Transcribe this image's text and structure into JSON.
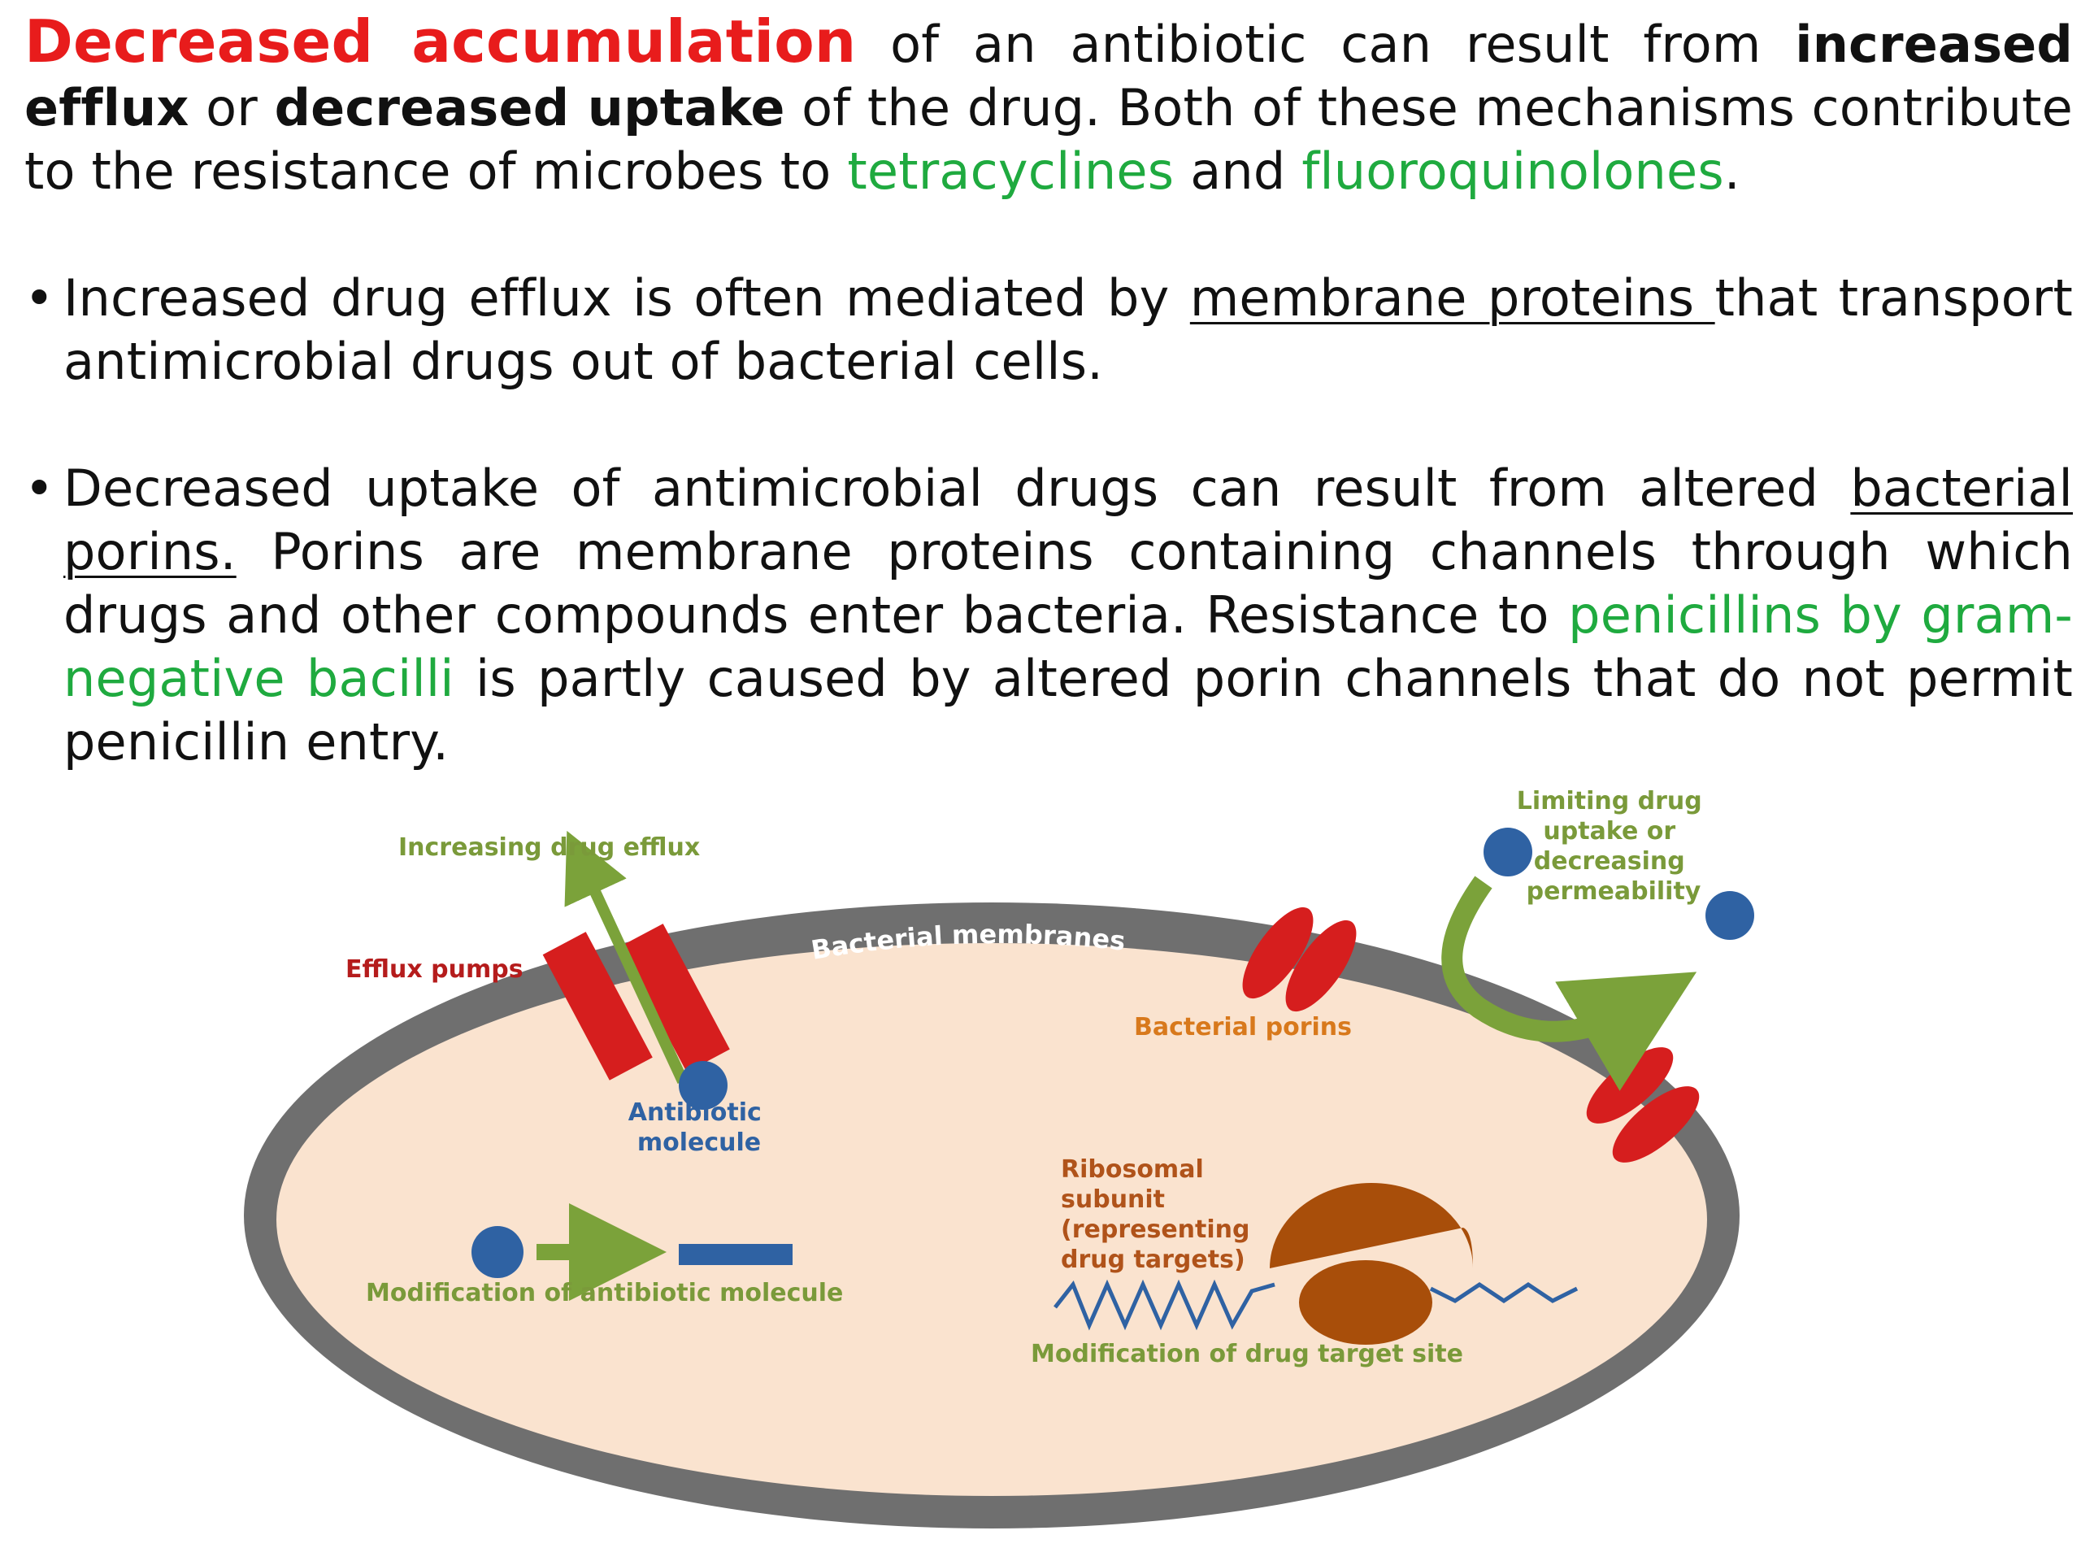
{
  "intro": {
    "lead": "Decreased accumulation",
    "t1": " of an antibiotic can result from ",
    "b1": "increased efflux",
    "t2": " or ",
    "b2": "decreased uptake",
    "t3": " of the drug. Both of these mechanisms contribute to the resistance of microbes to ",
    "g1": "tetracyclines",
    "t4": " and ",
    "g2": "fluoroquinolones",
    "t5": "."
  },
  "bullets": {
    "symbol": "•",
    "efflux": {
      "t1": "Increased drug efflux is often mediated by ",
      "u1": "membrane proteins ",
      "t2": "that transport antimicrobial drugs out of bacterial cells."
    },
    "uptake": {
      "t1": "Decreased uptake of antimicrobial drugs can result from altered ",
      "u1": "bacterial porins.",
      "t2": " Porins are membrane proteins containing channels through which drugs and other compounds enter bacteria. Resistance to ",
      "g1": "penicillins by gram-negative bacilli",
      "t3": " is partly caused by altered porin channels that do not permit penicillin entry."
    }
  },
  "diagram": {
    "label_efflux": "Increasing drug efflux",
    "label_pumps": "Efflux pumps",
    "label_membranes": "Bacterial membranes",
    "label_porins": "Bacterial porins",
    "label_antibiotic": [
      "Antibiotic",
      "molecule"
    ],
    "label_limiting": [
      "Limiting drug",
      "uptake or",
      "decreasing",
      "permeability"
    ],
    "label_ribosomal": [
      "Ribosomal",
      "subunit",
      "(representing",
      "drug targets)"
    ],
    "label_modification_antibiotic": "Modification of antibiotic molecule",
    "label_modification_target": "Modification of drug target site",
    "colors": {
      "red_text": "#e81c1c",
      "green_text": "#1faa3f",
      "membrane": "#6f6f6f",
      "cytoplasm": "#fae3cf",
      "pump": "#d61e1e",
      "arrow_green": "#7ba23a",
      "molecule_blue": "#2f62a3",
      "ribosome": "#a84e0a",
      "label_green": "#7a9a3a",
      "label_red": "#b51c1c",
      "label_orange": "#d8791c",
      "label_blue": "#2f62a3",
      "label_brown": "#b0531a"
    }
  }
}
